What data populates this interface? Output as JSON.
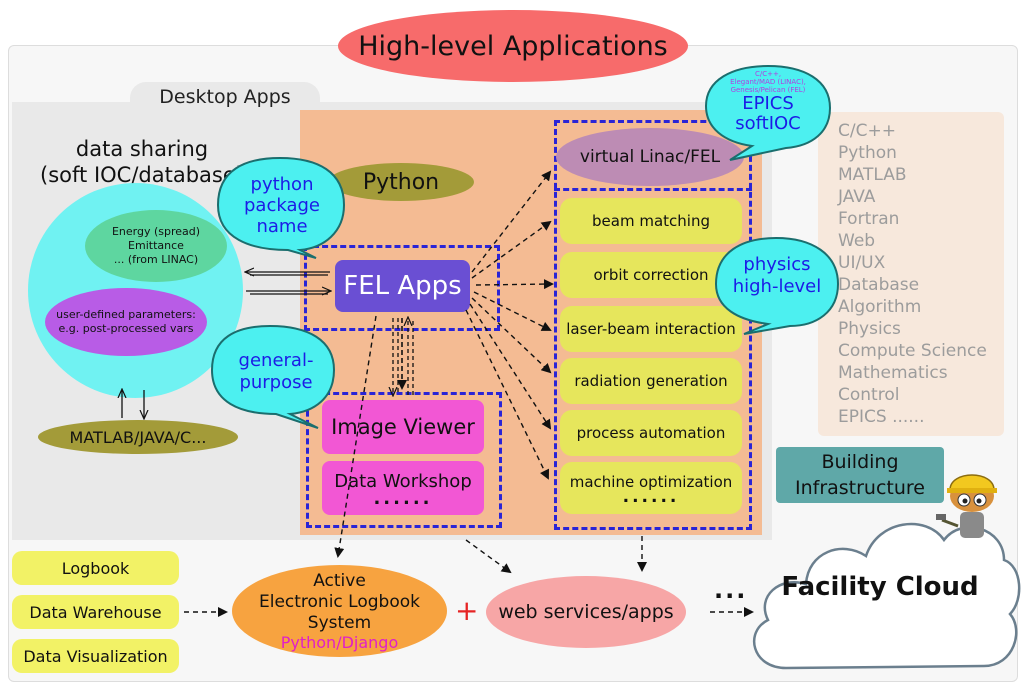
{
  "title": "High-level Applications",
  "desktop_apps": "Desktop Apps",
  "python_label": "Python",
  "data_sharing": {
    "title_line1": "data sharing",
    "title_line2": "(soft IOC/database)",
    "green_line1": "Energy (spread)",
    "green_line2": "Emittance",
    "green_line3": "... (from LINAC)",
    "purple_line1": "user-defined parameters:",
    "purple_line2": "e.g. post-processed vars",
    "matlab": "MATLAB/JAVA/C..."
  },
  "bubbles": {
    "python_package_l1": "python",
    "python_package_l2": "package",
    "python_package_l3": "name",
    "general_l1": "general-",
    "general_l2": "purpose",
    "physics_l1": "physics",
    "physics_l2": "high-level",
    "epics_small_l1": "C/C++,",
    "epics_small_l2": "Elegant/MAD (LINAC),",
    "epics_small_l3": "Genesis/Pelican (FEL)",
    "epics_l1": "EPICS",
    "epics_l2": "softIOC"
  },
  "fel_apps": "FEL Apps",
  "image_viewer": "Image Viewer",
  "data_workshop": "Data Workshop",
  "dots_left": "......",
  "virtual_linac": "virtual Linac/FEL",
  "physics_apps": [
    "beam matching",
    "orbit correction",
    "laser-beam interaction",
    "radiation generation",
    "process automation",
    "machine optimization"
  ],
  "dots_right": "......",
  "languages": [
    "C/C++",
    "Python",
    "MATLAB",
    "JAVA",
    "Fortran",
    "Web",
    "UI/UX",
    "Database",
    "Algorithm",
    "Physics",
    "Compute Science",
    "Mathematics",
    "Control",
    "EPICS ......"
  ],
  "building_l1": "Building",
  "building_l2": "Infrastructure",
  "left_boxes": [
    "Logbook",
    "Data Warehouse",
    "Data Visualization"
  ],
  "elog_l1": "Active",
  "elog_l2": "Electronic Logbook",
  "elog_l3": "System",
  "elog_sub": "Python/Django",
  "plus": "+",
  "web_services": "web services/apps",
  "ellipsis": "...",
  "facility_cloud": "Facility Cloud",
  "colors": {
    "title": "#f76b6b",
    "python_box": "#f4bb93",
    "fel_apps": "#6a4fd3",
    "dash": "#2a24d6",
    "bubble": "#4cf0f0",
    "yellow": "#e6e65c",
    "pink": "#f257d4",
    "cloud": "#ffffff"
  }
}
